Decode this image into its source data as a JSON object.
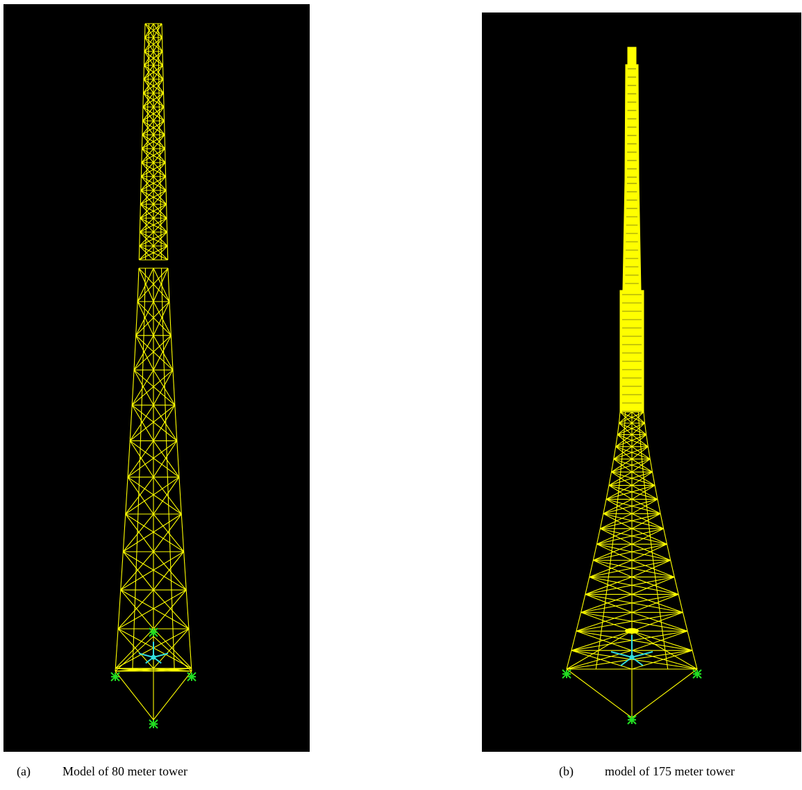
{
  "header_fragment": "",
  "colors": {
    "background": "#000000",
    "members": "#ffff00",
    "supports": "#22dd22",
    "loads": "#33dddd"
  },
  "figures": [
    {
      "id": "a",
      "label": "(a)",
      "caption": "Model of 80 meter tower"
    },
    {
      "id": "b",
      "label": "(b)",
      "caption": "model of 175 meter tower"
    }
  ]
}
